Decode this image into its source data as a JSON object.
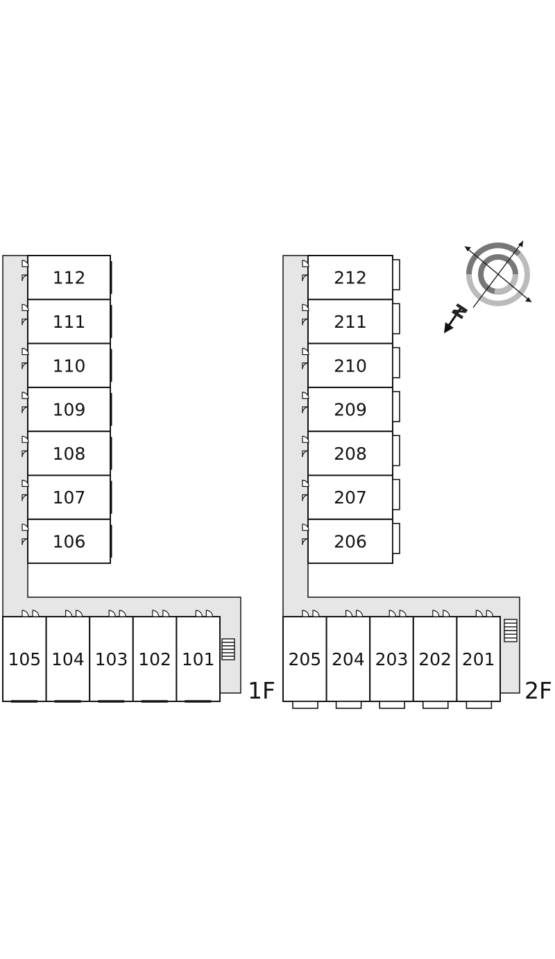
{
  "floors": [
    {
      "label": "1F",
      "upper_units": [
        "112",
        "111",
        "110",
        "109",
        "108",
        "107",
        "106"
      ],
      "lower_units": [
        "105",
        "104",
        "103",
        "102",
        "101"
      ]
    },
    {
      "label": "2F",
      "upper_units": [
        "212",
        "211",
        "210",
        "209",
        "208",
        "207",
        "206"
      ],
      "lower_units": [
        "205",
        "204",
        "203",
        "202",
        "201"
      ]
    }
  ],
  "compass": {
    "north_label": "N"
  },
  "colors": {
    "corridor": "#e6e6e6",
    "line": "#111111",
    "compass_dark": "#777777",
    "compass_light": "#bbbbbb"
  }
}
